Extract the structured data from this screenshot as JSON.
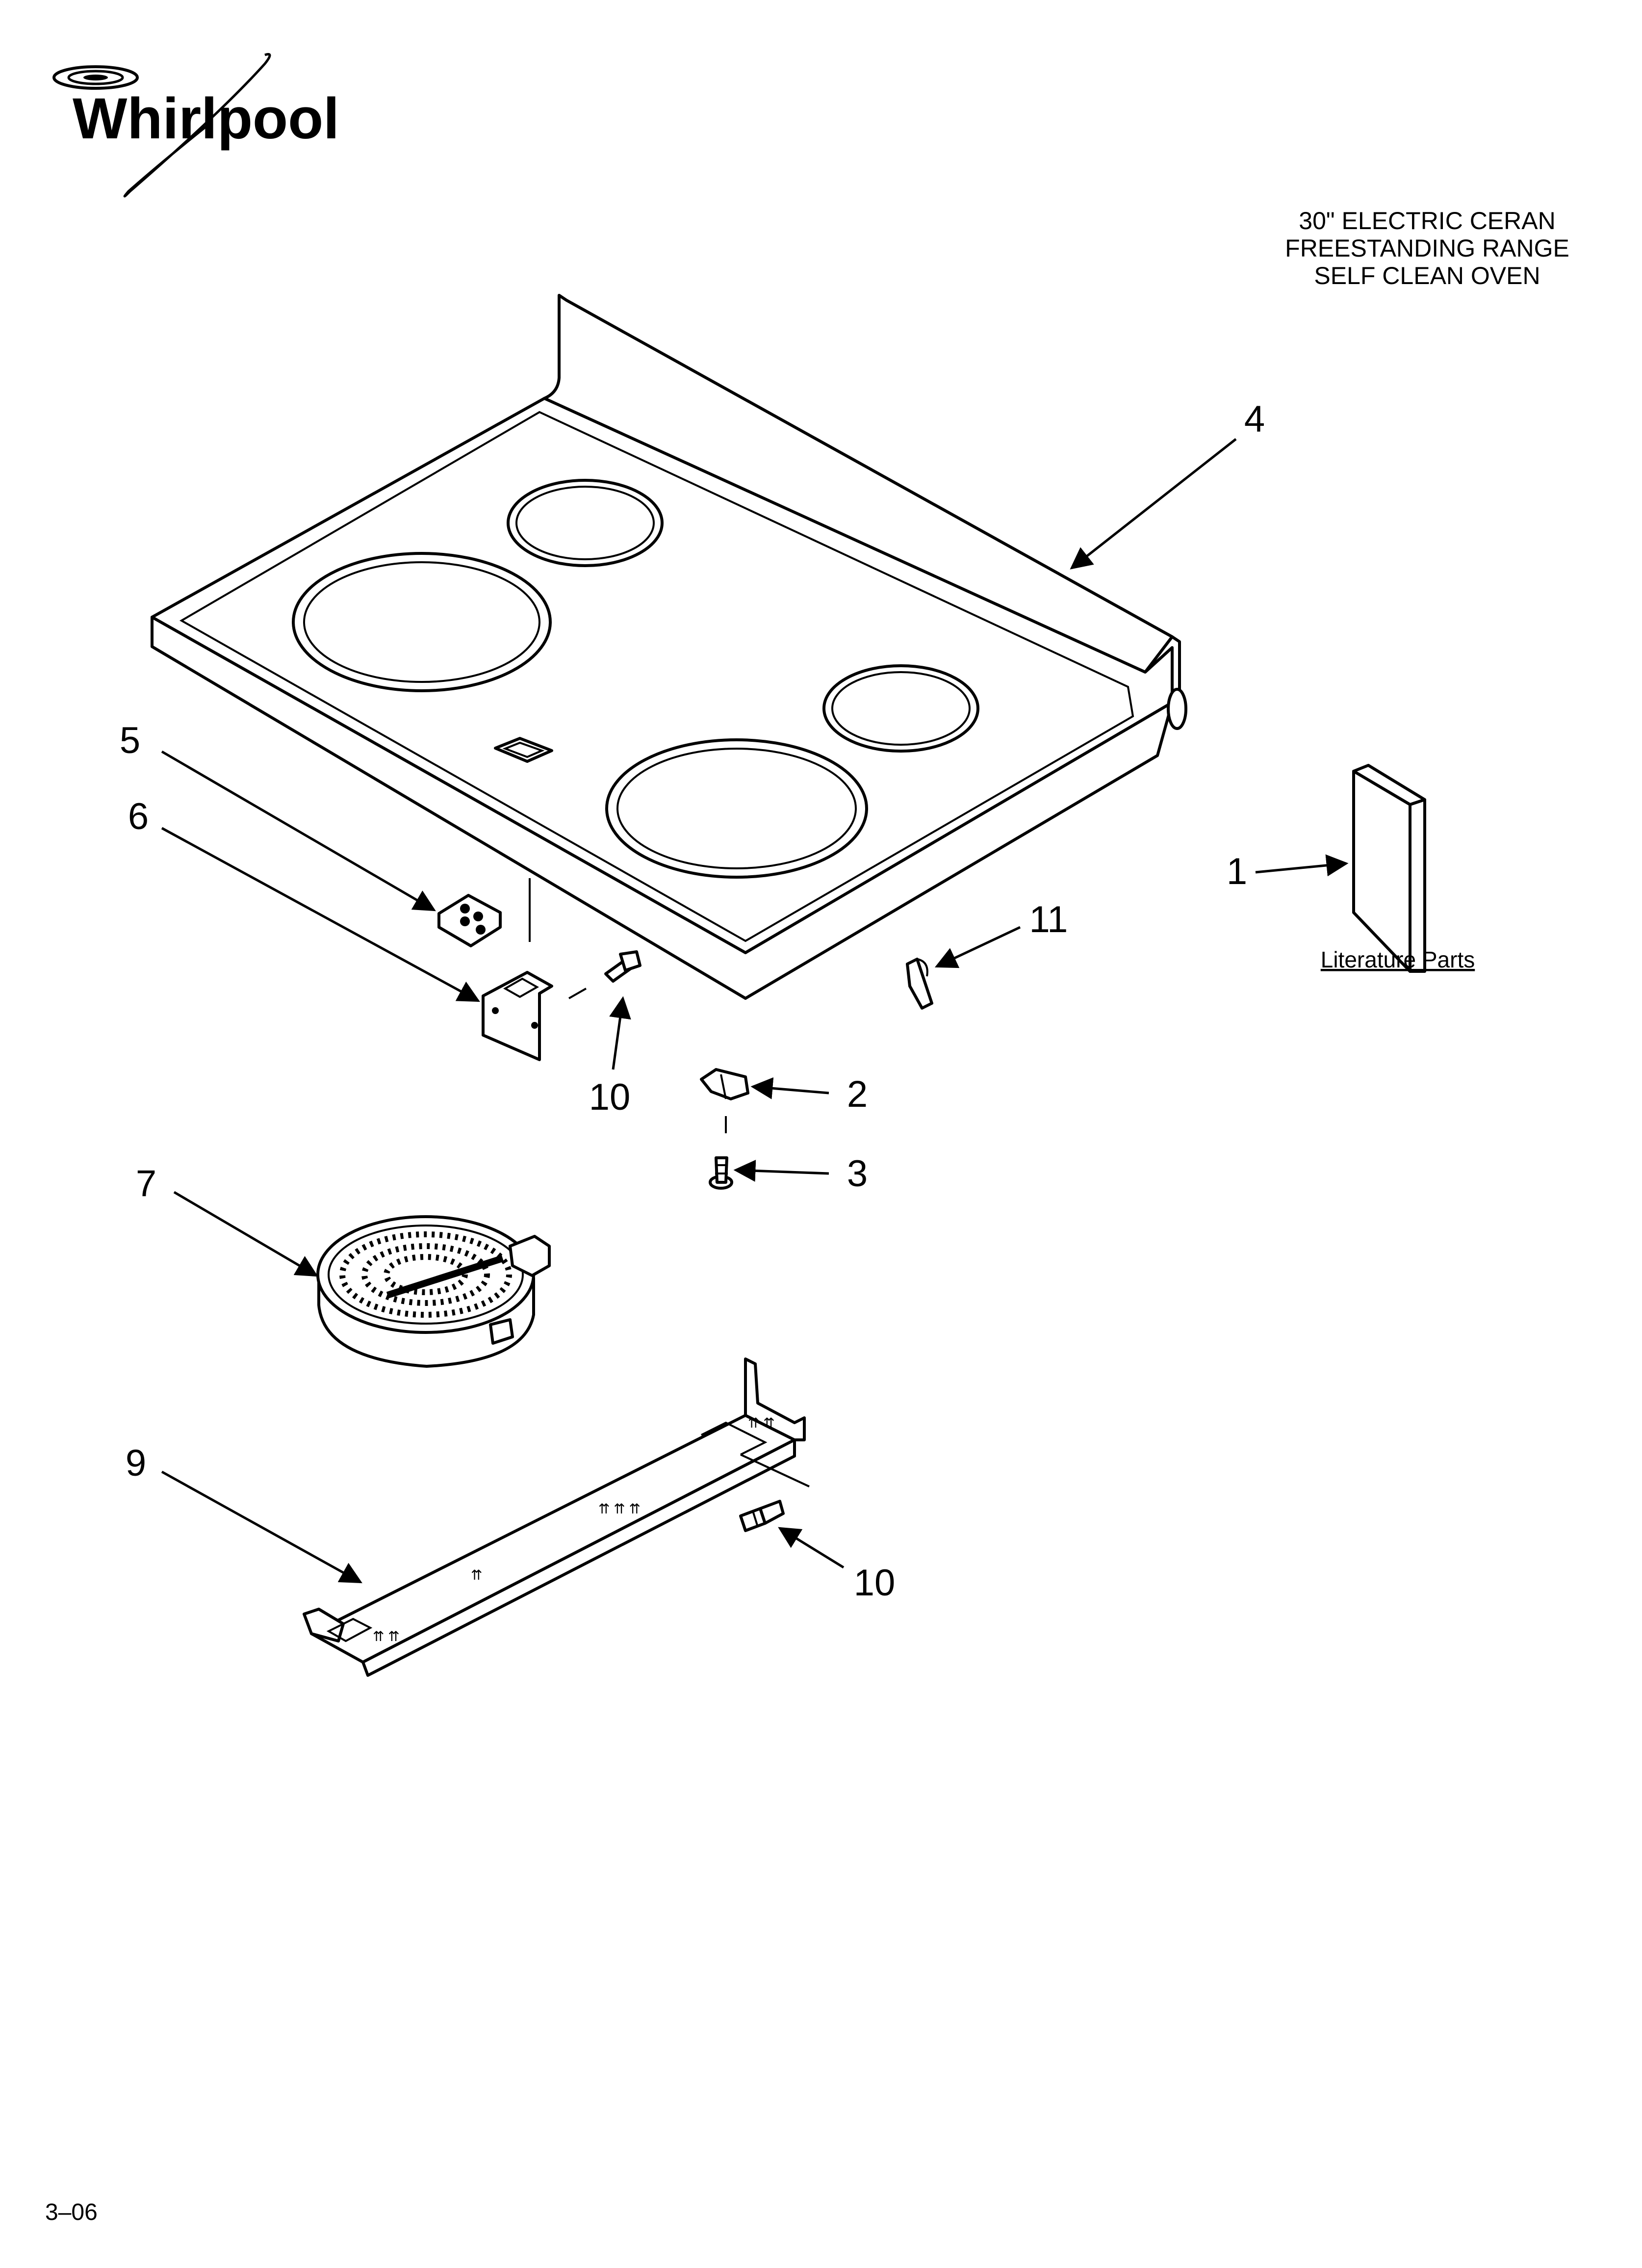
{
  "brand": {
    "logo_text": "Whirlpool"
  },
  "title": {
    "lines": [
      "30\" ELECTRIC CERAN",
      "FREESTANDING RANGE",
      "SELF CLEAN OVEN"
    ]
  },
  "literature_label": "Literature Parts",
  "callouts": {
    "c1": "1",
    "c2": "2",
    "c3": "3",
    "c4": "4",
    "c5": "5",
    "c6": "6",
    "c7": "7",
    "c9": "9",
    "c10a": "10",
    "c10b": "10",
    "c11": "11"
  },
  "footer": {
    "code": "3–06"
  }
}
